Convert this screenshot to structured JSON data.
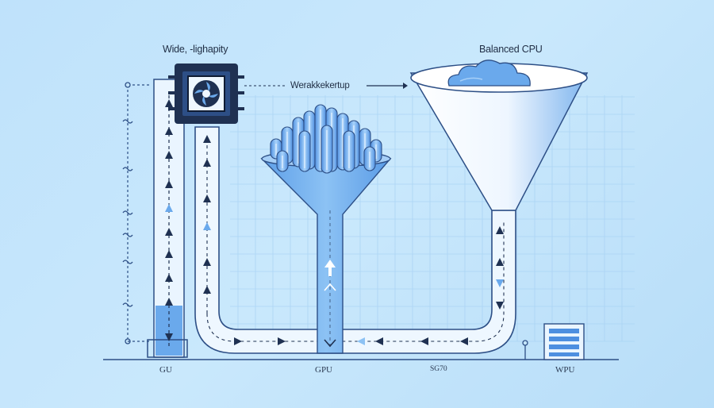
{
  "labels": {
    "top_left": "Wide, -lighapity",
    "middle": "Werakkekertup",
    "top_right": "Balanced CPU",
    "bottom_gu": "GU",
    "bottom_gpu": "GPU",
    "bottom_sg": "SG70",
    "bottom_wpu": "WPU"
  },
  "colors": {
    "background": "#c4e5fb",
    "grid": "#a9d3f5",
    "pipe_light": "#e9f4fe",
    "pipe_blue": "#7fb9f0",
    "funnel_blue": "#6aa9ec",
    "outline": "#2d4f86",
    "dark": "#1f3152"
  },
  "icons": [
    "cpu-fan-icon",
    "processor-pillars-icon",
    "cloud-icon",
    "server-rack-icon"
  ]
}
